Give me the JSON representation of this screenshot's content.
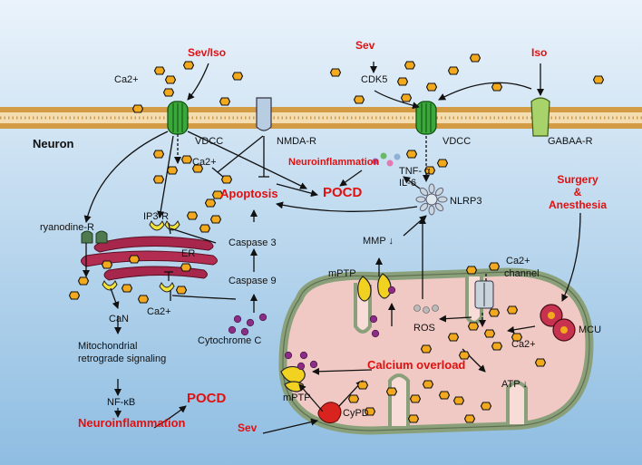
{
  "cell_label": "Neuron",
  "triggers": {
    "sev_iso": "Sev/Iso",
    "sev_top": "Sev",
    "iso_top": "Iso",
    "surgery": "Surgery",
    "amp": "&",
    "anesthesia": "Anesthesia",
    "sev_bottom": "Sev"
  },
  "receptors": {
    "vdcc_left": "VDCC",
    "nmda": "NMDA-R",
    "vdcc_right": "VDCC",
    "gabaa": "GABAA-R",
    "cdk5": "CDK5",
    "ryanodine": "ryanodine-R",
    "ip3": "IP3-R",
    "er": "ER",
    "ca_channel_1": "Ca2+",
    "ca_channel_2": "channel",
    "mcu": "MCU",
    "nlrp3": "NLRP3"
  },
  "ions": {
    "ca_top": "Ca2+",
    "ca_mid": "Ca2+",
    "ca_er": "Ca2+",
    "ca_mito": "Ca2+"
  },
  "pathway": {
    "cytokine_1": "TNF- α",
    "cytokine_2": "IL-6",
    "neuroinflammation_top": "Neuroinflammation",
    "apoptosis": "Apoptosis",
    "pocd_mid": "POCD",
    "caspase3": "Caspase 3",
    "caspase9": "Caspase 9",
    "cytochrome": "Cytochrome C",
    "mmp": "MMP ↓",
    "mptp_top": "mPTP",
    "mptp_bottom": "mPTP",
    "cypd": "CyPD",
    "ros": "ROS",
    "calcium_overload": "Calcium overload",
    "atp": "ATP ↓",
    "can": "CaN",
    "mito_sig_1": "Mitochondrial",
    "mito_sig_2": "retrograde signaling",
    "nfkb": "NF-κB",
    "neuroinflammation_bottom": "Neuroinflammation",
    "pocd_bottom": "POCD"
  }
}
